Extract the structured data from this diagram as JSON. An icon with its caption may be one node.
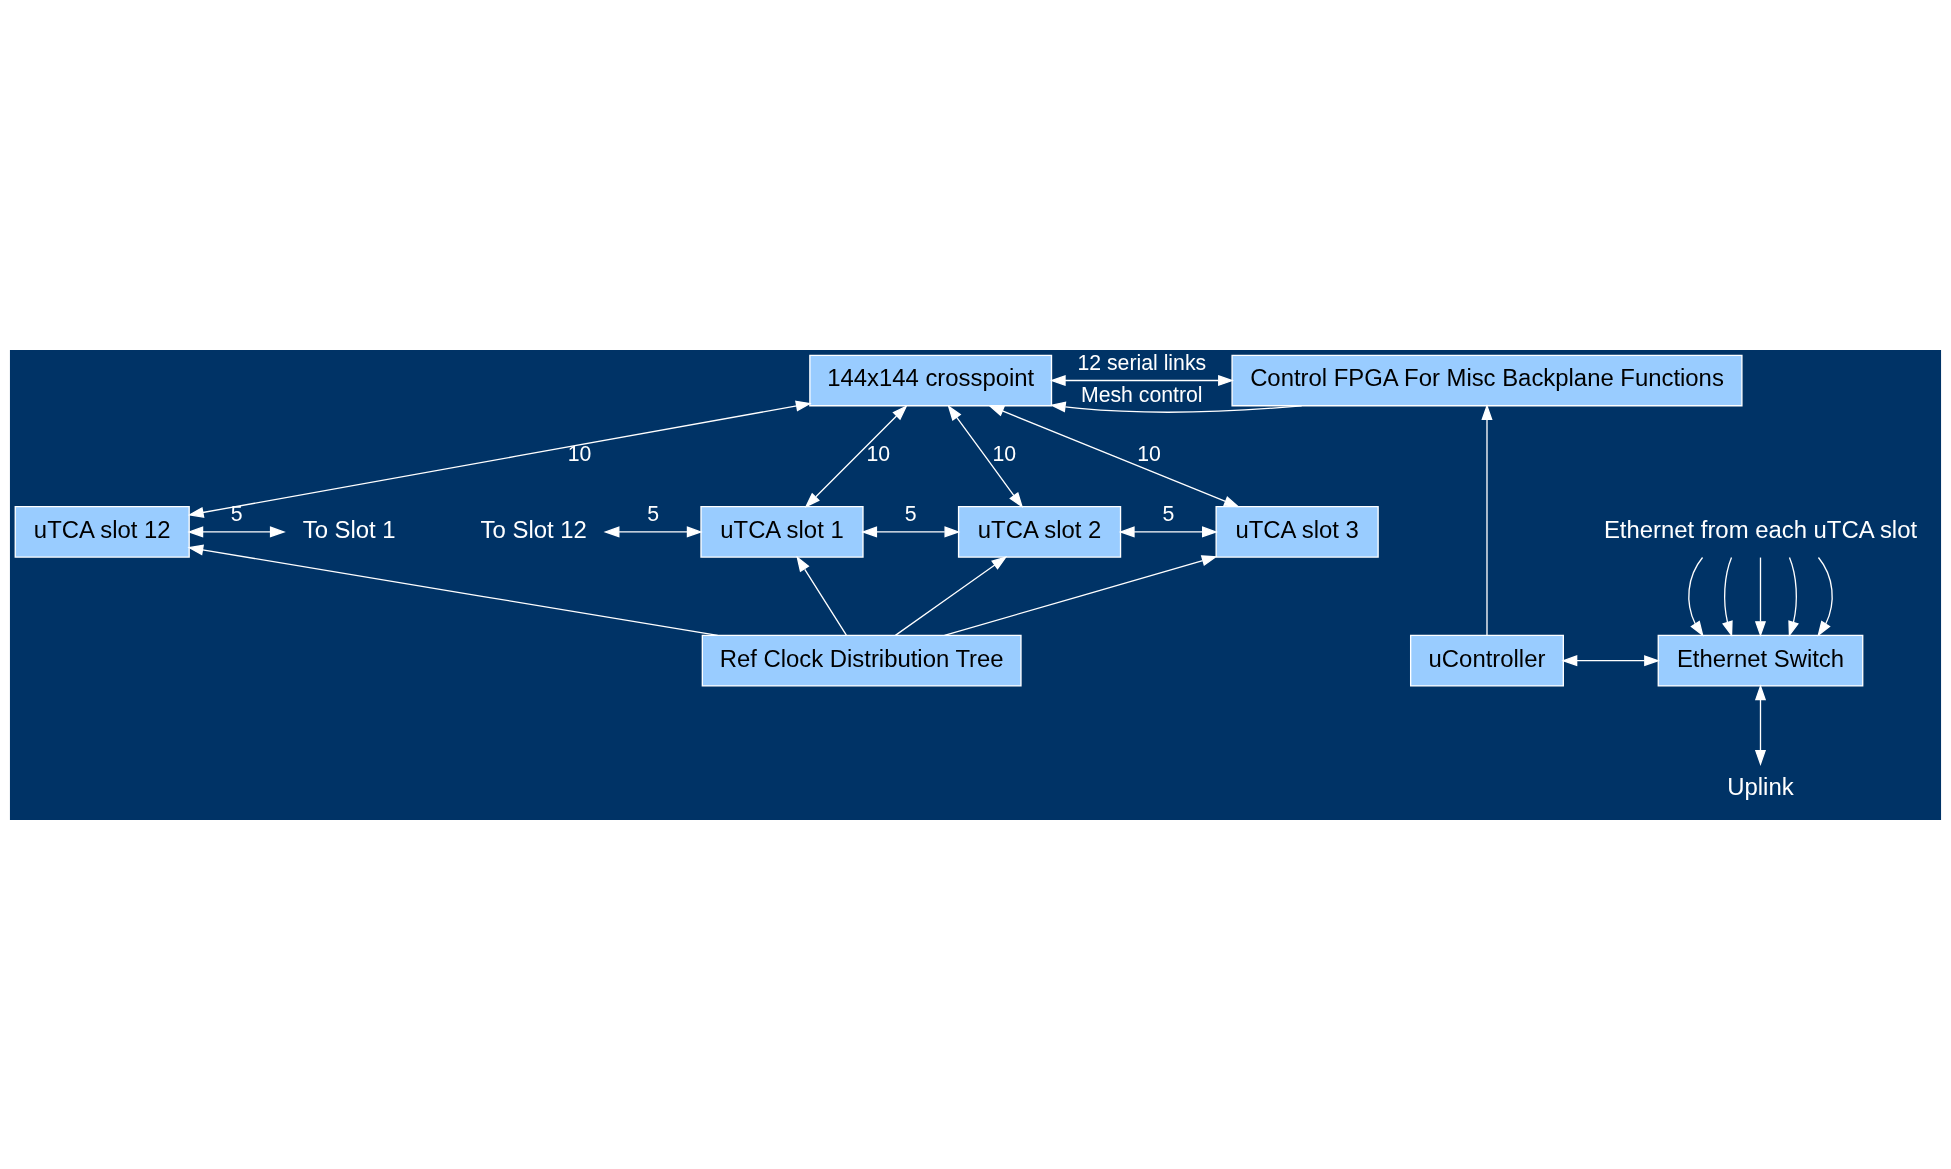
{
  "diagram": {
    "nodes": [
      {
        "text": [
          "144x144 crosspoint"
        ]
      },
      {
        "text": [
          "Control FPGA For Misc Backplane Functions"
        ]
      },
      {
        "text": [
          "uTCA slot 1"
        ]
      },
      {
        "text": [
          "uTCA slot 2"
        ]
      },
      {
        "text": [
          "uTCA slot 3"
        ]
      },
      {
        "text": [
          "uTCA slot 12"
        ]
      },
      {
        "text": [
          "Ethernet Switch"
        ]
      },
      {
        "text": [
          "Ref Clock Distribution Tree"
        ]
      },
      {
        "text": [
          "uController"
        ]
      },
      {
        "text": [
          "To Slot 12"
        ]
      },
      {
        "text": [
          "To Slot 1"
        ]
      },
      {
        "text": [
          "Ethernet from each uTCA slot"
        ]
      },
      {
        "text": [
          "Uplink"
        ]
      }
    ],
    "edges": [
      {
        "from": 1,
        "to": 0,
        "arrow": "to",
        "label": "Mesh control"
      },
      {
        "from": 0,
        "to": 1,
        "arrow": "both",
        "label": "12 serial links"
      },
      {
        "from": 0,
        "to": 2,
        "arrow": "both",
        "label": "10"
      },
      {
        "from": 0,
        "to": 3,
        "arrow": "both",
        "label": "10"
      },
      {
        "from": 0,
        "to": 4,
        "arrow": "both",
        "label": "10"
      },
      {
        "from": 0,
        "to": 5,
        "arrow": "both",
        "label": "10"
      },
      {
        "from": 9,
        "to": 2,
        "arrow": "both",
        "label": "5"
      },
      {
        "from": 2,
        "to": 3,
        "arrow": "both",
        "label": "5"
      },
      {
        "from": 3,
        "to": 4,
        "arrow": "both",
        "label": "5"
      },
      {
        "from": 5,
        "to": 10,
        "arrow": "both",
        "label": "5"
      },
      {
        "from": 7,
        "to": 2,
        "arrow": "to"
      },
      {
        "from": 7,
        "to": 3,
        "arrow": "to"
      },
      {
        "from": 7,
        "to": 4,
        "arrow": "to"
      },
      {
        "from": 7,
        "to": 5,
        "arrow": "to"
      },
      {
        "from": 8,
        "to": 1,
        "arrow": "to"
      },
      {
        "from": 8,
        "to": 6,
        "arrow": "both"
      },
      {
        "from": 11,
        "to": 6,
        "arrow": "to"
      },
      {
        "from": 11,
        "to": 6,
        "arrow": "to"
      },
      {
        "from": 11,
        "to": 6,
        "arrow": "to"
      },
      {
        "from": 11,
        "to": 6,
        "arrow": "to"
      },
      {
        "from": 11,
        "to": 6,
        "arrow": "to"
      },
      {
        "from": 6,
        "to": 12,
        "arrow": "both"
      }
    ]
  }
}
